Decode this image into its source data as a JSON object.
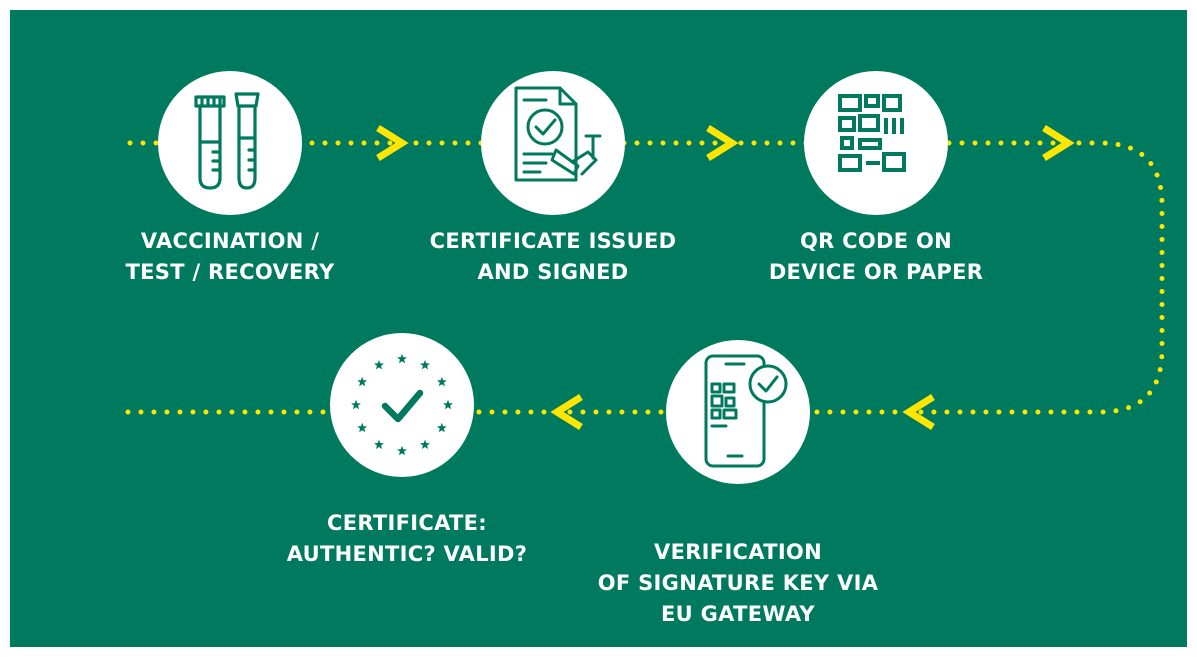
{
  "colors": {
    "background": "#007a5e",
    "path_dots": "#ffe600",
    "step_circle": "#ffffff",
    "icon_stroke": "#007a5e",
    "label_text": "#ffffff"
  },
  "steps": [
    {
      "icon": "test-tubes-icon",
      "lines": [
        "VACCINATION /",
        "TEST / RECOVERY"
      ]
    },
    {
      "icon": "signed-certificate-icon",
      "lines": [
        "CERTIFICATE ISSUED",
        "AND SIGNED"
      ]
    },
    {
      "icon": "qr-code-icon",
      "lines": [
        "QR CODE ON",
        "DEVICE OR PAPER"
      ]
    },
    {
      "icon": "phone-verification-icon",
      "lines": [
        "VERIFICATION",
        "OF SIGNATURE KEY VIA",
        "EU GATEWAY"
      ]
    },
    {
      "icon": "eu-stars-check-icon",
      "lines": [
        "CERTIFICATE:",
        "AUTHENTIC? VALID?"
      ]
    }
  ]
}
